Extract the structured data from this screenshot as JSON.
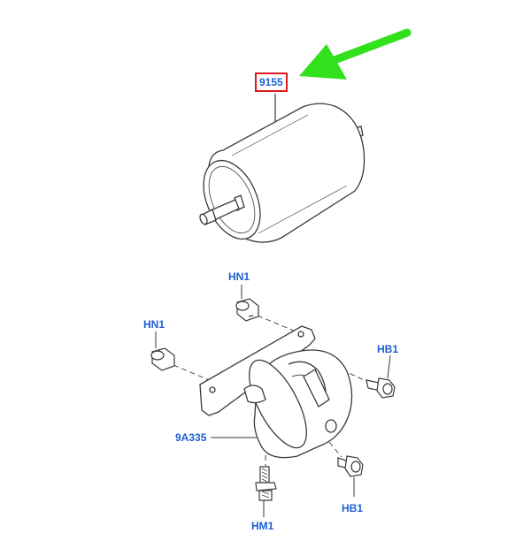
{
  "callouts": {
    "fuel_filter": "9155",
    "bracket": "9A335",
    "nut_top": "HN1",
    "nut_left": "HN1",
    "bolt_right_top": "HB1",
    "bolt_right_bottom": "HB1",
    "stud_bottom": "HM1"
  },
  "colors": {
    "callout_text": "#1a5fd6",
    "highlight_box": "#e0191e",
    "arrow": "#33e01c",
    "line_art": "#3a3a3a"
  }
}
